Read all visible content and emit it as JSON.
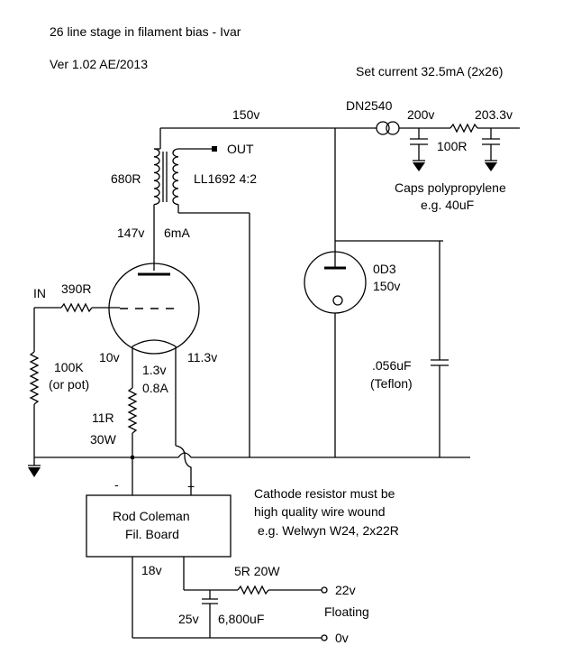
{
  "title": "26 line stage in filament bias - Ivar",
  "version": "Ver 1.02  AE/2013",
  "labels": {
    "set_current": "Set current 32.5mA (2x26)",
    "b150": "150v",
    "dn2540": "DN2540",
    "v200": "200v",
    "v203": "203.3v",
    "r100": "100R",
    "caps1": "Caps polypropylene",
    "caps2": "e.g. 40uF",
    "out": "OUT",
    "r680": "680R",
    "ll1692": "LL1692 4:2",
    "v147": "147v",
    "ma6": "6mA",
    "in": "IN",
    "r390": "390R",
    "od3": "0D3",
    "od3v": "150v",
    "r100k": "100K",
    "pot": "(or pot)",
    "v10": "10v",
    "v13": "1.3v",
    "a08": "0.8A",
    "v113": "11.3v",
    "c056": ".056uF",
    "teflon": "(Teflon)",
    "r11": "11R",
    "w30": "30W",
    "minus": "-",
    "plus": "+",
    "note1": "Cathode resistor must be",
    "note2": "high quality wire wound",
    "note3": "e.g. Welwyn W24, 2x22R",
    "board1": "Rod Coleman",
    "board2": "Fil. Board",
    "v18": "18v",
    "r5": "5R 20W",
    "v22": "22v",
    "floating": "Floating",
    "v25": "25v",
    "c6800": "6,800uF",
    "v0": "0v"
  }
}
